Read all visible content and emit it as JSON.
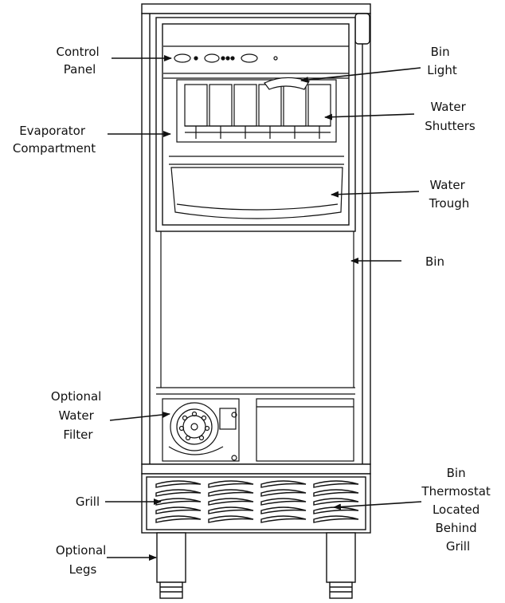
{
  "labels": {
    "control_panel": [
      "Control",
      "Panel"
    ],
    "evaporator_compartment": [
      "Evaporator",
      "Compartment"
    ],
    "optional_water_filter": [
      "Optional",
      "Water",
      "Filter"
    ],
    "grill": [
      "Grill"
    ],
    "optional_legs": [
      "Optional",
      "Legs"
    ],
    "bin_light": [
      "Bin",
      "Light"
    ],
    "water_shutters": [
      "Water",
      "Shutters"
    ],
    "water_trough": [
      "Water",
      "Trough"
    ],
    "bin": [
      "Bin"
    ],
    "bin_thermostat": [
      "Bin",
      "Thermostat",
      "Located",
      "Behind",
      "Grill"
    ]
  }
}
